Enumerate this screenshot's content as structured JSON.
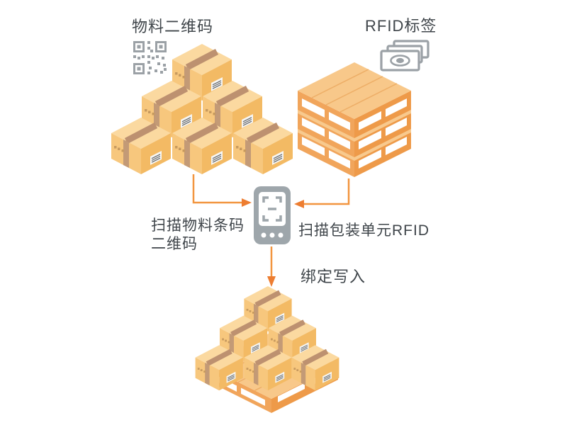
{
  "diagram": {
    "labels": {
      "material_qr": "物料二维码",
      "rfid_tags": "RFID标签",
      "scan_material_line1": "扫描物料条码",
      "scan_material_line2": "二维码",
      "scan_rfid": "扫描包装单元RFID",
      "bind_write": "绑定写入"
    },
    "icons": [
      "qr-code-icon",
      "rfid-tag-icon",
      "scanner-device-icon",
      "box-pyramid-graphic",
      "pallet-stack-graphic",
      "pallet-with-boxes-graphic"
    ],
    "arrows": [
      {
        "from": "material-box-pyramid",
        "to": "scanner-device"
      },
      {
        "from": "rfid-pallet-stack",
        "to": "scanner-device"
      },
      {
        "from": "scanner-device",
        "to": "bound-pallet"
      }
    ],
    "colors": {
      "background": "#FFFFFF",
      "text": "#3F454A",
      "arrow_line": "#F2953F",
      "arrow_head": "#ED7D31",
      "box_top": "#FBD9A0",
      "box_left": "#F7C77D",
      "box_right": "#F3BA64",
      "box_tape": "#BD9170",
      "pallet_top": "#F8C88A",
      "pallet_left": "#F1A55B",
      "pallet_right": "#EE9A49",
      "device_gray": "#9EA6AB",
      "icon_gray": "#9BA1A6"
    }
  }
}
